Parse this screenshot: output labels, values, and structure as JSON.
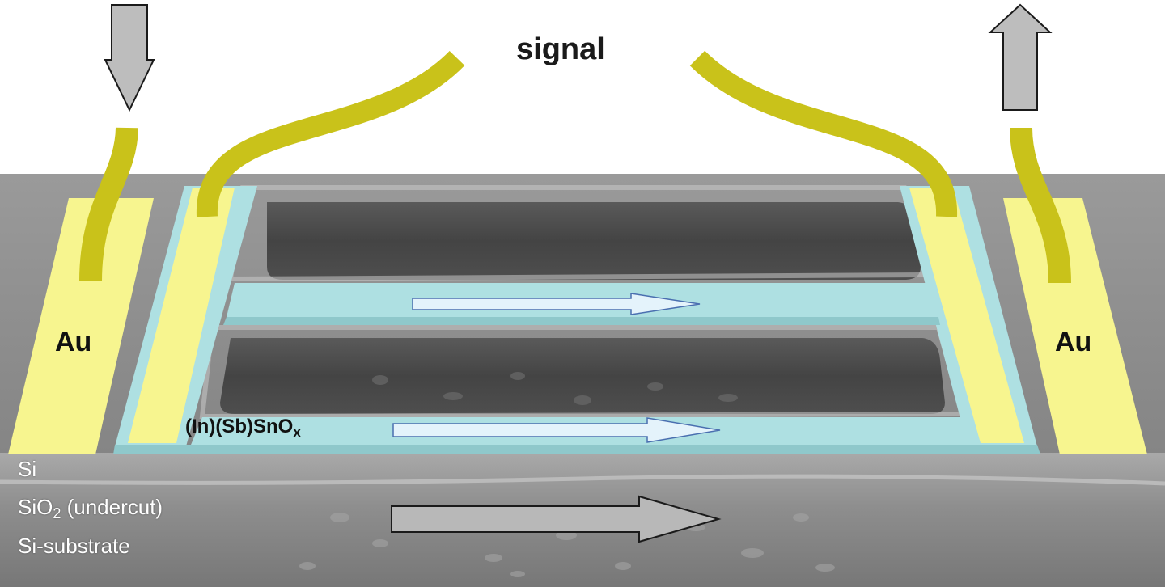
{
  "labels": {
    "signal": "signal",
    "electrode_left": "Au",
    "electrode_right": "Au",
    "film": "(In)(Sb)SnO",
    "film_subscript": "x",
    "layer_si": "Si",
    "layer_sio2": "SiO",
    "layer_sio2_subscript": "2",
    "layer_sio2_suffix": " (undercut)",
    "layer_substrate": "Si-substrate"
  },
  "colors": {
    "gold_electrode": "#f7f58f",
    "gold_wire": "#c9c21a",
    "oxide_film": "#aee0e2",
    "flow_arrow": "#e4f3fb",
    "gray_arrow": "#b8b8b8",
    "substrate": "#8d8d8d"
  }
}
